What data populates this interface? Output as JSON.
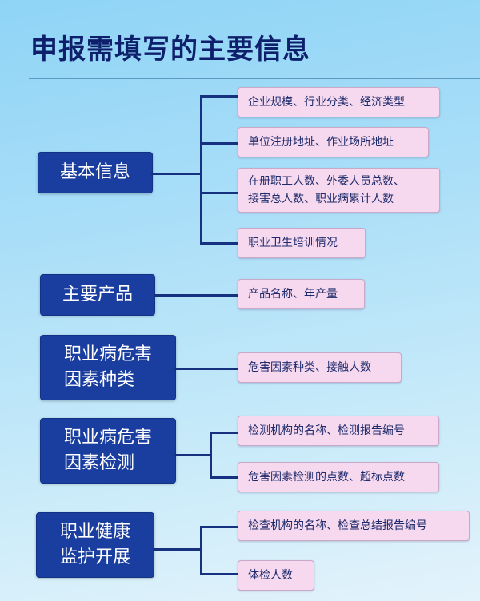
{
  "title": "申报需填写的主要信息",
  "colors": {
    "category_bg": "#1a3ea0",
    "leaf_bg": "#f6d9ee",
    "connector": "#15317f",
    "title_text": "#0e1f6b"
  },
  "groups": [
    {
      "category": [
        "基本信息"
      ],
      "items": [
        [
          "企业规模、行业分类、经济类型"
        ],
        [
          "单位注册地址、作业场所地址"
        ],
        [
          "在册职工人数、外委人员总数、",
          "接害总人数、职业病累计人数"
        ],
        [
          "职业卫生培训情况"
        ]
      ]
    },
    {
      "category": [
        "主要产品"
      ],
      "items": [
        [
          "产品名称、年产量"
        ]
      ]
    },
    {
      "category": [
        "职业病危害",
        "因素种类"
      ],
      "items": [
        [
          "危害因素种类、接触人数"
        ]
      ]
    },
    {
      "category": [
        "职业病危害",
        "因素检测"
      ],
      "items": [
        [
          "检测机构的名称、检测报告编号"
        ],
        [
          "危害因素检测的点数、超标点数"
        ]
      ]
    },
    {
      "category": [
        "职业健康",
        "监护开展"
      ],
      "items": [
        [
          "检查机构的名称、检查总结报告编号"
        ],
        [
          "体检人数"
        ]
      ]
    }
  ]
}
